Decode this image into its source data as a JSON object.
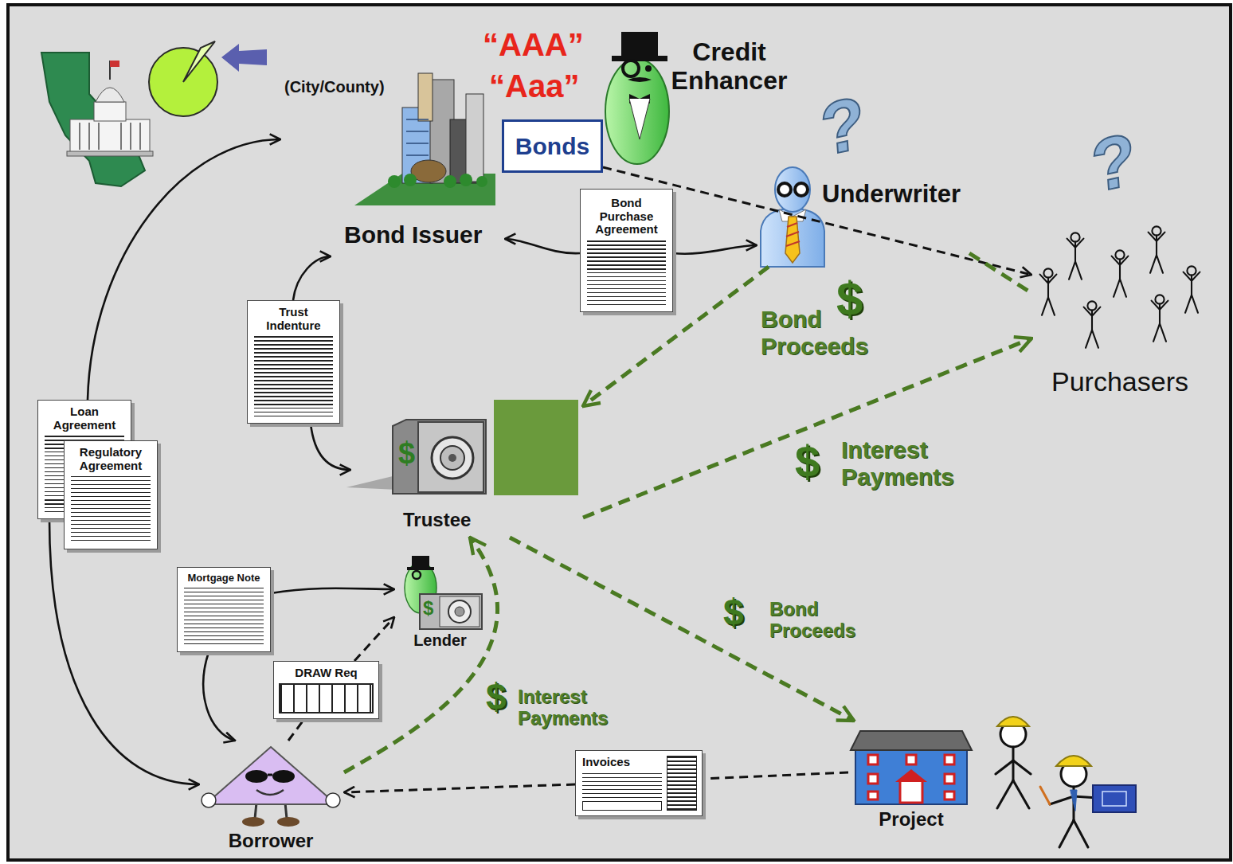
{
  "diagram": {
    "nodes": [
      {
        "text": [
          "(City/County)",
          "Bond Issuer"
        ]
      },
      {
        "text": [
          "Bonds"
        ]
      },
      {
        "text": [
          "Credit Enhancer"
        ]
      },
      {
        "text": [
          "Underwriter"
        ]
      },
      {
        "text": [
          "Bond Purchase Agreement"
        ]
      },
      {
        "text": [
          "Purchasers"
        ]
      },
      {
        "text": [
          "Trust Indenture"
        ]
      },
      {
        "text": [
          "Trustee"
        ]
      },
      {
        "text": [
          "Loan Agreement"
        ]
      },
      {
        "text": [
          "Regulatory Agreement"
        ]
      },
      {
        "text": [
          "Mortgage Note"
        ]
      },
      {
        "text": [
          "Lender"
        ]
      },
      {
        "text": [
          "DRAW Req"
        ]
      },
      {
        "text": [
          "Borrower"
        ]
      },
      {
        "text": [
          "Invoices"
        ]
      },
      {
        "text": [
          "Project"
        ]
      }
    ],
    "edges": [
      {
        "from": 4,
        "to": 0,
        "arrow": "to"
      },
      {
        "from": 4,
        "to": 3,
        "arrow": "to"
      },
      {
        "from": 1,
        "to": 5,
        "arrow": "to"
      },
      {
        "from": 3,
        "to": 5,
        "arrow": "none"
      },
      {
        "from": 3,
        "to": 7,
        "label": "Bond Proceeds",
        "arrow": "to"
      },
      {
        "from": 6,
        "to": 0,
        "arrow": "to"
      },
      {
        "from": 6,
        "to": 7,
        "arrow": "to"
      },
      {
        "from": 8,
        "to": 0,
        "arrow": "to"
      },
      {
        "from": 8,
        "to": 13,
        "arrow": "to"
      },
      {
        "from": 7,
        "to": 5,
        "label": "Interest Payments",
        "arrow": "to"
      },
      {
        "from": 7,
        "to": 15,
        "label": "Bond Proceeds",
        "arrow": "to"
      },
      {
        "from": 10,
        "to": 11,
        "arrow": "to"
      },
      {
        "from": 10,
        "to": 13,
        "arrow": "to"
      },
      {
        "from": 13,
        "to": 12,
        "arrow": "none"
      },
      {
        "from": 12,
        "to": 11,
        "arrow": "to"
      },
      {
        "from": 13,
        "to": 7,
        "label": "Interest Payments",
        "arrow": "to"
      },
      {
        "from": 15,
        "to": 14,
        "arrow": "none"
      },
      {
        "from": 14,
        "to": 13,
        "arrow": "to"
      }
    ],
    "labels": [
      "“AAA”",
      "“Aaa”",
      "?",
      "?",
      "$",
      "$",
      "$",
      "$",
      "$",
      "$"
    ]
  }
}
